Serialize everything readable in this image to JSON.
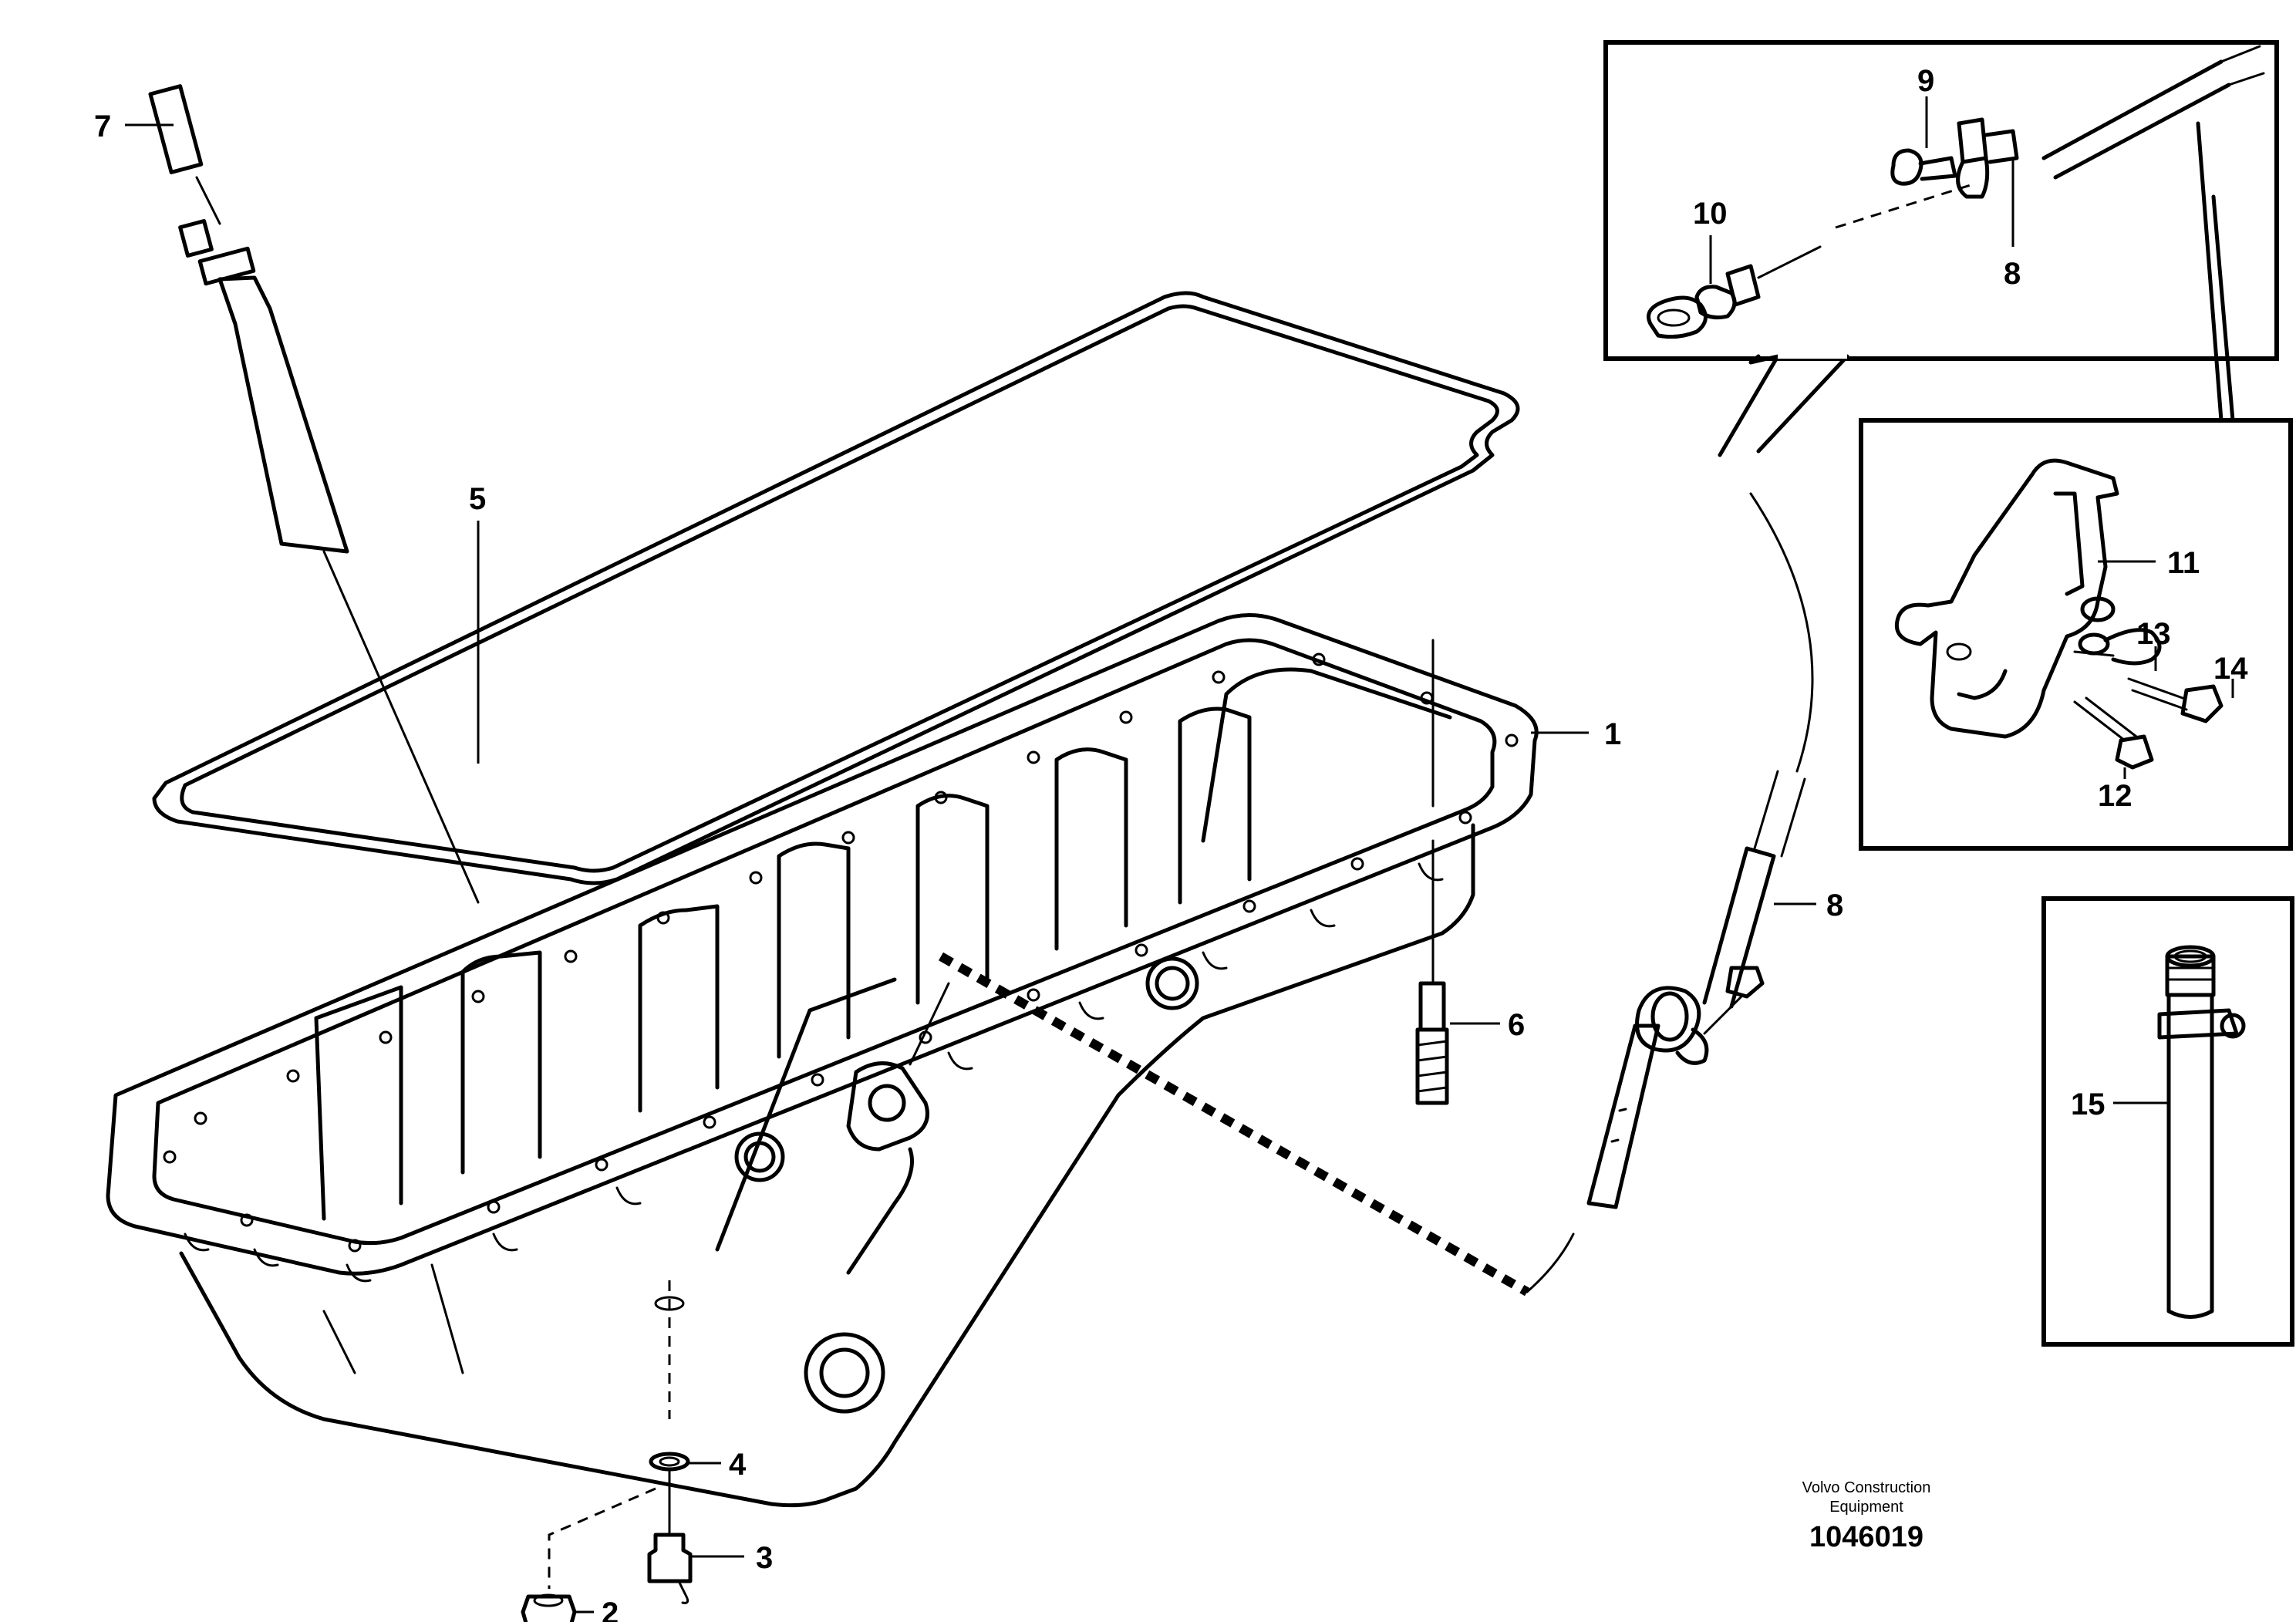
{
  "callouts": [
    "1",
    "2",
    "3",
    "4",
    "5",
    "6",
    "7",
    "8",
    "8",
    "9",
    "10",
    "11",
    "12",
    "13",
    "14",
    "15"
  ],
  "footer": {
    "company_line1": "Volvo Construction",
    "company_line2": "Equipment",
    "document_number": "1046019"
  }
}
